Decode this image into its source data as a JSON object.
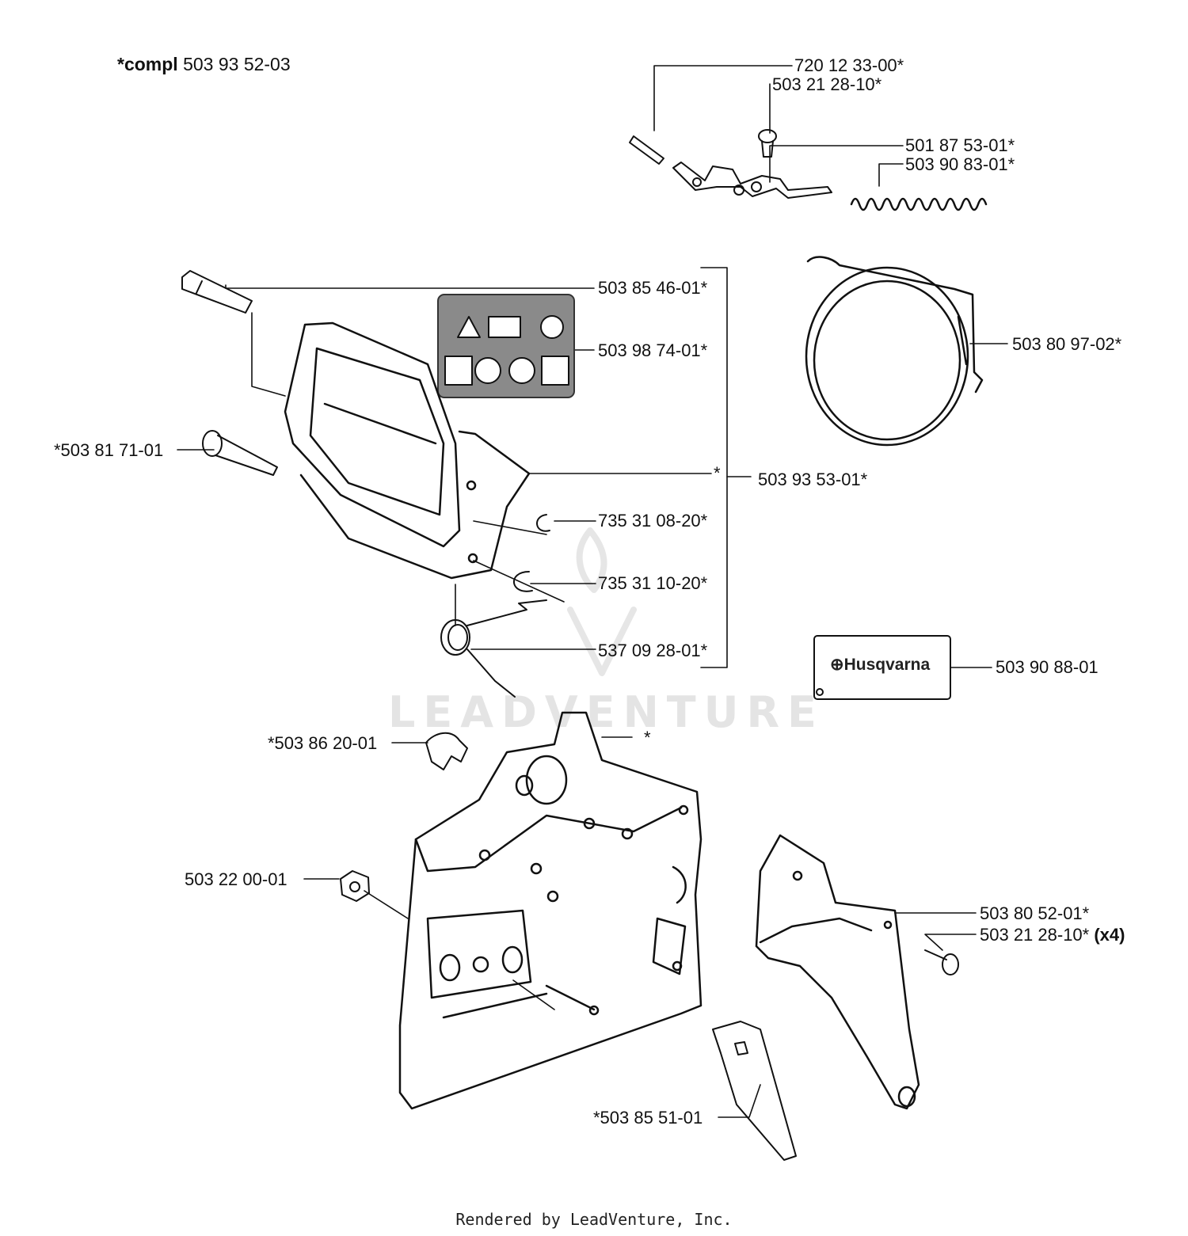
{
  "header": {
    "compl_prefix": "*compl",
    "compl_number": "503 93 52-03"
  },
  "watermark": "LEADVENTURE",
  "decal_brand": "Husqvarna",
  "footer": "Rendered by LeadVenture, Inc.",
  "parts": {
    "p72012": "720 12 33-00*",
    "p50321a": "503 21 28-10*",
    "p50187": "501 87 53-01*",
    "p50390": "503 90 83-01*",
    "p50385": "503 85 46-01*",
    "p50398": "503 98 74-01*",
    "p50380b": "503 80 97-02*",
    "p50381": "*503 81 71-01",
    "star1": "*",
    "p50393": "503 93 53-01*",
    "p73531a": "735 31 08-20*",
    "p73531b": "735 31 10-20*",
    "p53709": "537 09 28-01*",
    "p50390b": "503 90 88-01",
    "p50386": "*503 86 20-01",
    "star2": "*",
    "p50322": "503 22 00-01",
    "p50380c": "503 80 52-01*",
    "p50321b": "503 21 28-10*",
    "p50321b_qty": "(x4)",
    "p50385b": "*503 85 51-01"
  }
}
